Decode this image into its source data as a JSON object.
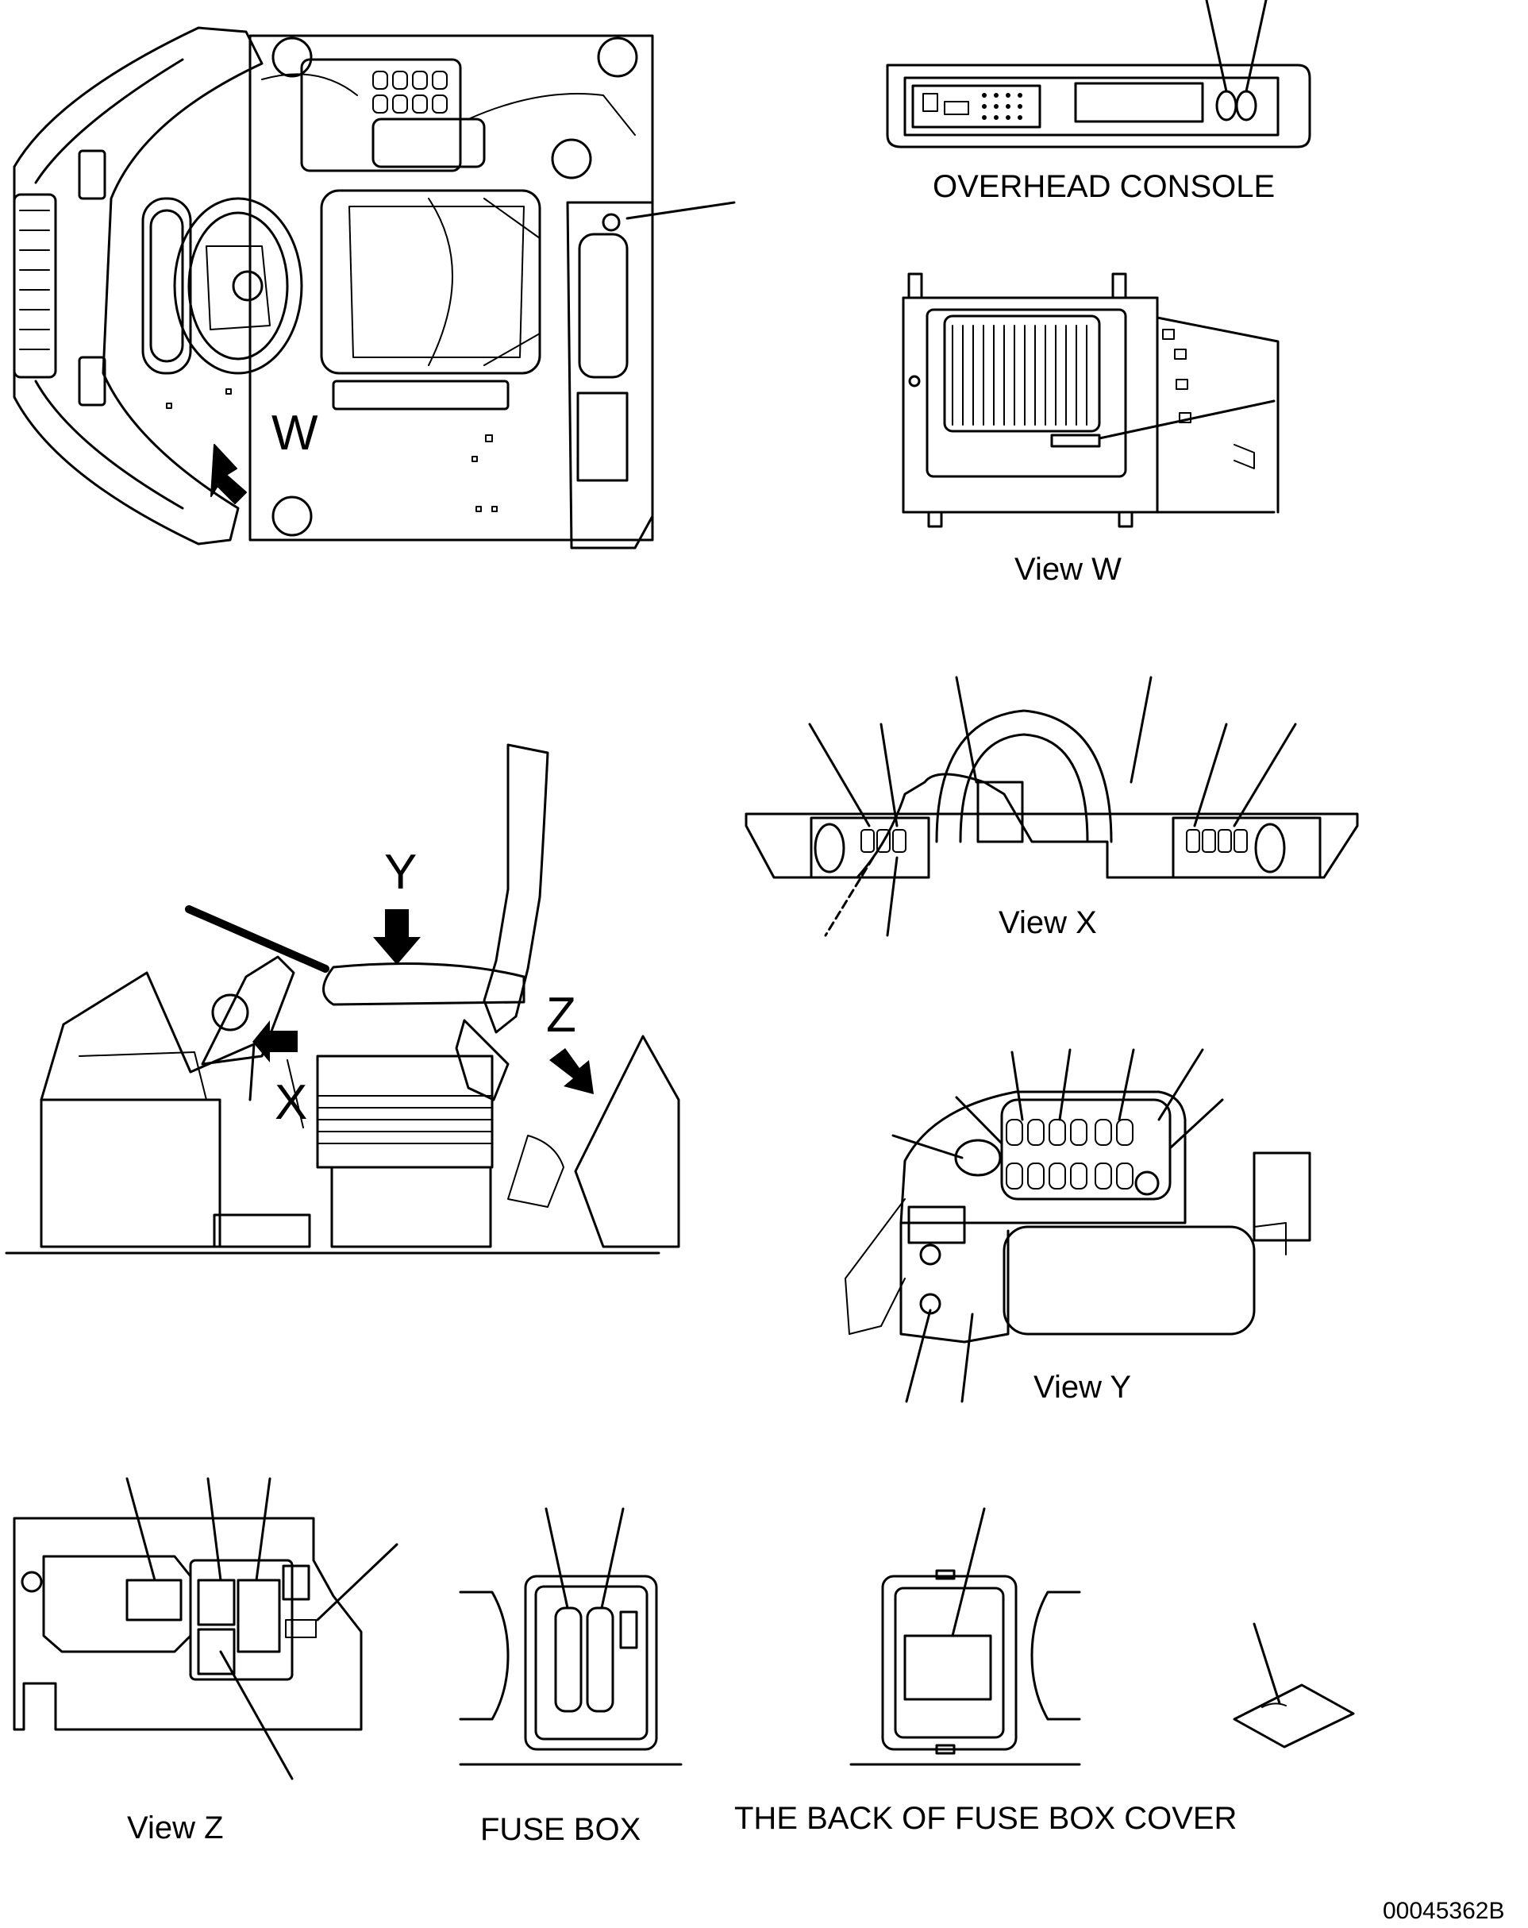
{
  "figure_code": "00045362B",
  "views": {
    "overhead_console": "OVERHEAD CONSOLE",
    "view_w": "View W",
    "view_x": "View X",
    "view_y": "View Y",
    "view_z": "View Z",
    "fuse_box": "FUSE BOX",
    "fuse_box_cover_back": "THE BACK OF FUSE BOX COVER"
  },
  "direction_letters": {
    "w": "W",
    "x": "X",
    "y": "Y",
    "z": "Z"
  },
  "colors": {
    "line": "#000000",
    "background": "#ffffff"
  }
}
